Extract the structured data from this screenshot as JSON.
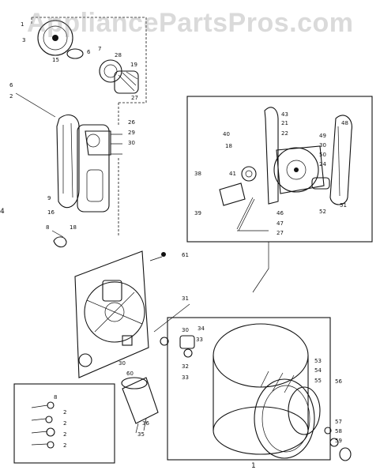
{
  "watermark": "AppliancePartsPros.com",
  "part_numbers": {
    "top_assembly": [
      "1",
      "3",
      "15",
      "6",
      "7",
      "28",
      "19",
      "27"
    ],
    "belt_assembly": [
      "6",
      "2",
      "26",
      "29",
      "30",
      "9",
      "16",
      "8",
      "18"
    ],
    "upper_right": [
      "43",
      "21",
      "22",
      "40",
      "18",
      "30",
      "49",
      "48",
      "50",
      "24",
      "38",
      "41",
      "39",
      "46",
      "47",
      "27",
      "51",
      "52"
    ],
    "center": [
      "61",
      "31",
      "30",
      "60",
      "36",
      "35"
    ],
    "drum": [
      "34",
      "30",
      "33",
      "32",
      "33",
      "53",
      "54",
      "55",
      "56",
      "57",
      "58",
      "59"
    ],
    "inset_left": [
      "8",
      "2",
      "2",
      "2",
      "2"
    ],
    "misc": [
      "1",
      "4"
    ]
  },
  "colors": {
    "line": "#111111",
    "background": "#ffffff",
    "watermark": "#969696"
  }
}
